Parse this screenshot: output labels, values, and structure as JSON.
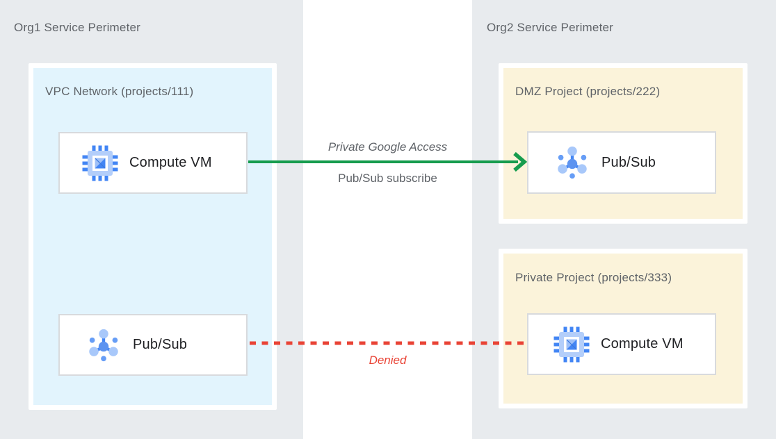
{
  "left_panel": {
    "title": "Org1 Service Perimeter",
    "vpc_box": {
      "title": "VPC Network (projects/111)",
      "cards": [
        {
          "label": "Compute VM",
          "icon": "compute-engine-icon"
        },
        {
          "label": "Pub/Sub",
          "icon": "pubsub-icon"
        }
      ]
    }
  },
  "right_panel": {
    "title": "Org2 Service Perimeter",
    "boxes": [
      {
        "title": "DMZ Project (projects/222)",
        "card": {
          "label": "Pub/Sub",
          "icon": "pubsub-icon"
        }
      },
      {
        "title": "Private Project (projects/333)",
        "card": {
          "label": "Compute VM",
          "icon": "compute-engine-icon"
        }
      }
    ]
  },
  "connections": {
    "allowed": {
      "type": "solid-arrow",
      "direction": "left-to-right",
      "label_top": "Private Google Access",
      "label_bottom": "Pub/Sub subscribe",
      "color": "#169C4E"
    },
    "denied": {
      "type": "dashed-line",
      "label": "Denied",
      "color": "#E94335"
    }
  },
  "colors": {
    "panel_bg": "#E8EBEE",
    "vpc_box_bg": "#E2F4FD",
    "project_box_bg": "#FBF3DA",
    "card_border": "#D8DADD",
    "title_text": "#5F6368",
    "card_text": "#202124",
    "icon_blue_light": "#B3CEFA",
    "icon_blue_medium": "#4285F4"
  }
}
